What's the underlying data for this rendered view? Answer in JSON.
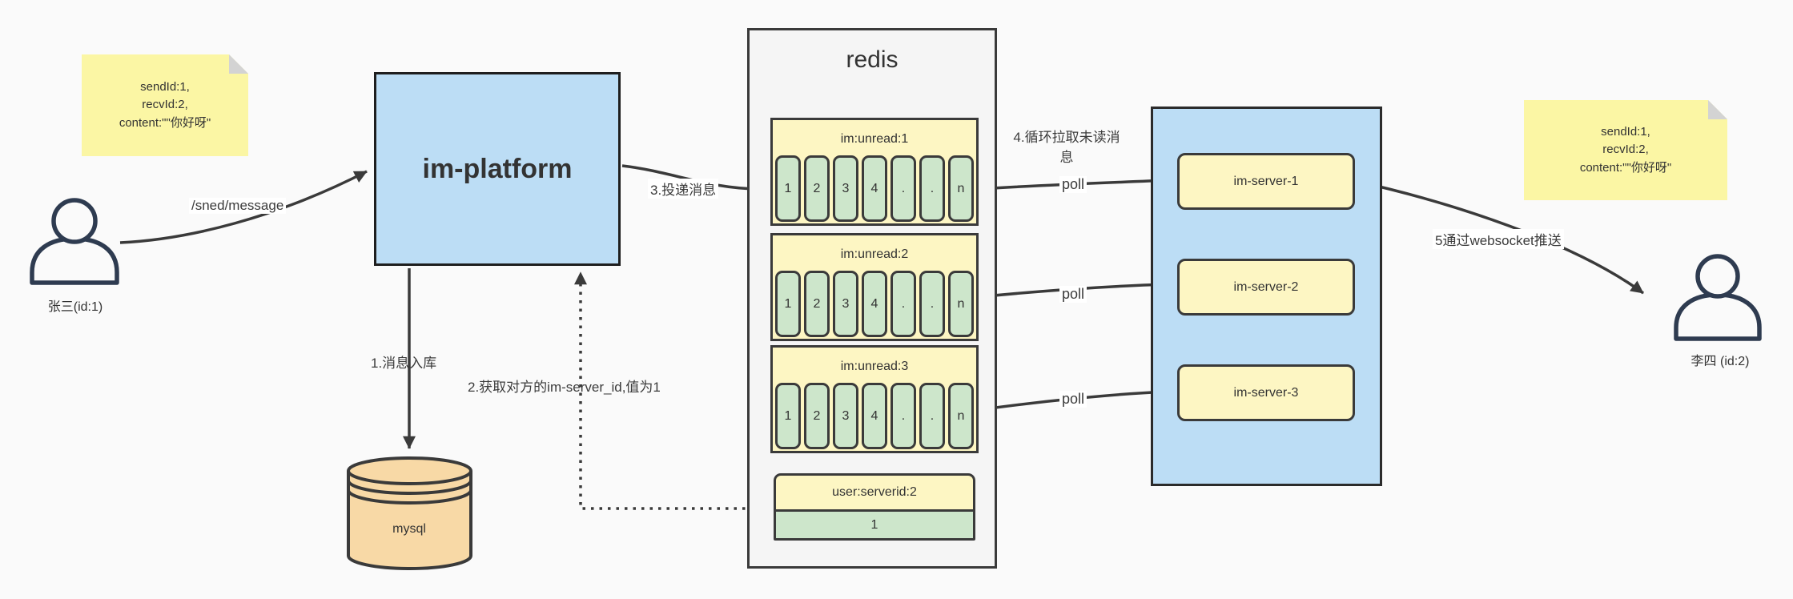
{
  "palette": {
    "background": "#FAFAFA",
    "container_gray": "#F5F5F5",
    "blue": "#BCDDF5",
    "note_yellow": "#FBF6A4",
    "block_yellow": "#FDF6C3",
    "cell_green": "#CDE6CB",
    "db_peach": "#F8D9A6",
    "line": "#3A3A3A"
  },
  "actors": {
    "sender": {
      "label": "张三(id:1)"
    },
    "receiver": {
      "label": "李四 (id:2)"
    }
  },
  "notes": {
    "left": [
      "sendId:1,",
      "recvId:2,",
      "content:\"\"你好呀\""
    ],
    "right": [
      "sendId:1,",
      "recvId:2,",
      "content:\"\"你好呀\""
    ]
  },
  "platform": {
    "label": "im-platform"
  },
  "database": {
    "label": "mysql"
  },
  "redis": {
    "title": "redis",
    "queues": [
      {
        "name": "im:unread:1",
        "cells": [
          "1",
          "2",
          "3",
          "4",
          ".",
          ".",
          "n"
        ]
      },
      {
        "name": "im:unread:2",
        "cells": [
          "1",
          "2",
          "3",
          "4",
          ".",
          ".",
          "n"
        ]
      },
      {
        "name": "im:unread:3",
        "cells": [
          "1",
          "2",
          "3",
          "4",
          ".",
          ".",
          "n"
        ]
      }
    ],
    "mapping": {
      "key": "user:serverid:2",
      "value": "1"
    }
  },
  "servers": [
    {
      "label": "im-server-1"
    },
    {
      "label": "im-server-2"
    },
    {
      "label": "im-server-3"
    }
  ],
  "flow_labels": {
    "send_api": "/sned/message",
    "step1": "1.消息入库",
    "step2": "2.获取对方的im-server_id,值为1",
    "step3": "3.投递消息",
    "step4": "4.循环拉取未读消息",
    "step5": "5通过websocket推送",
    "poll": "poll"
  }
}
